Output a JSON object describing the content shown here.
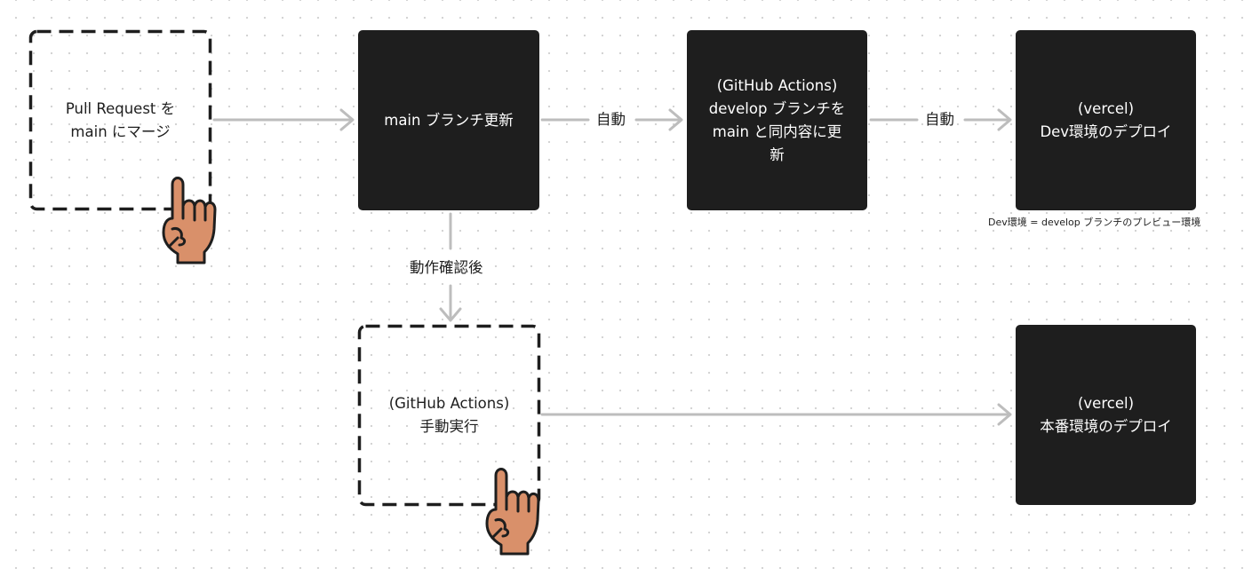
{
  "nodes": {
    "pr_merge": {
      "line1": "Pull Request を",
      "line2": "main にマージ"
    },
    "main_update": {
      "line1": "main ブランチ更新"
    },
    "gha_develop": {
      "line1": "(GitHub Actions)",
      "line2": "develop ブランチを",
      "line3": "main と同内容に更",
      "line4": "新"
    },
    "vercel_dev": {
      "line1": "(vercel)",
      "line2": "Dev環境のデプロイ"
    },
    "gha_manual": {
      "line1": "(GitHub Actions)",
      "line2": "手動実行"
    },
    "vercel_prod": {
      "line1": "(vercel)",
      "line2": "本番環境のデプロイ"
    }
  },
  "edges": {
    "auto_1": "自動",
    "auto_2": "自動",
    "after_check": "動作確認後"
  },
  "note": "Dev環境 = develop ブランチのプレビュー環境",
  "colors": {
    "box": "#1e1e1e",
    "arrow": "#bdbdbd",
    "hand_skin": "#d9906a",
    "hand_outline": "#1e1e1e"
  },
  "icons": [
    "pointing-hand-icon"
  ]
}
